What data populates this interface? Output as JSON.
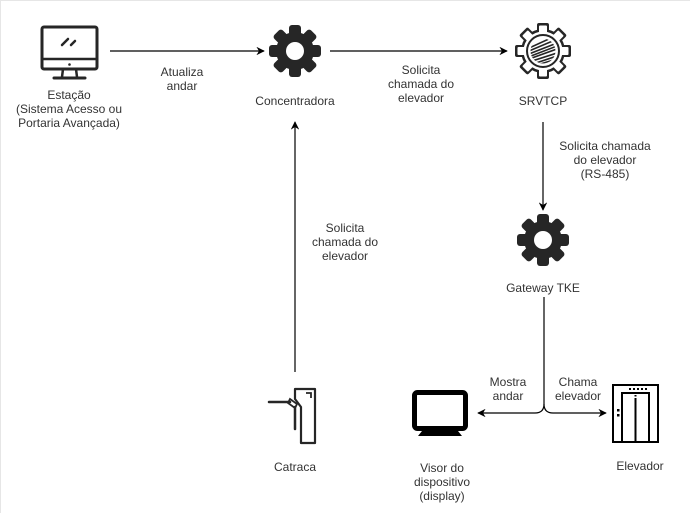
{
  "diagram": {
    "nodes": {
      "estacao": {
        "label_lines": [
          "Estação",
          "(Sistema Acesso ou",
          "Portaria Avançada)"
        ],
        "icon": "desktop-monitor-icon"
      },
      "concentradora": {
        "label": "Concentradora",
        "icon": "gear-icon"
      },
      "srvtcp": {
        "label": "SRVTCP",
        "icon": "gear-outline-logo-icon"
      },
      "gateway": {
        "label": "Gateway TKE",
        "icon": "gear-icon"
      },
      "catraca": {
        "label": "Catraca",
        "icon": "turnstile-icon"
      },
      "visor": {
        "label_lines": [
          "Visor do",
          "dispositivo",
          "(display)"
        ],
        "icon": "display-monitor-icon"
      },
      "elevador": {
        "label": "Elevador",
        "icon": "elevator-icon"
      }
    },
    "edges": {
      "estacao_concentradora": {
        "label_lines": [
          "Atualiza",
          "andar"
        ]
      },
      "concentradora_srvtcp": {
        "label_lines": [
          "Solicita",
          "chamada do",
          "elevador"
        ]
      },
      "srvtcp_gateway": {
        "label_lines": [
          "Solicita chamada",
          "do elevador",
          "(RS-485)"
        ]
      },
      "catraca_concentradora": {
        "label_lines": [
          "Solicita",
          "chamada do",
          "elevador"
        ]
      },
      "gateway_visor": {
        "label_lines": [
          "Mostra",
          "andar"
        ]
      },
      "gateway_elevador": {
        "label_lines": [
          "Chama",
          "elevador"
        ]
      }
    },
    "colors": {
      "line": "#000000",
      "icon": "#262626",
      "text": "#333333",
      "background": "#ffffff"
    }
  }
}
